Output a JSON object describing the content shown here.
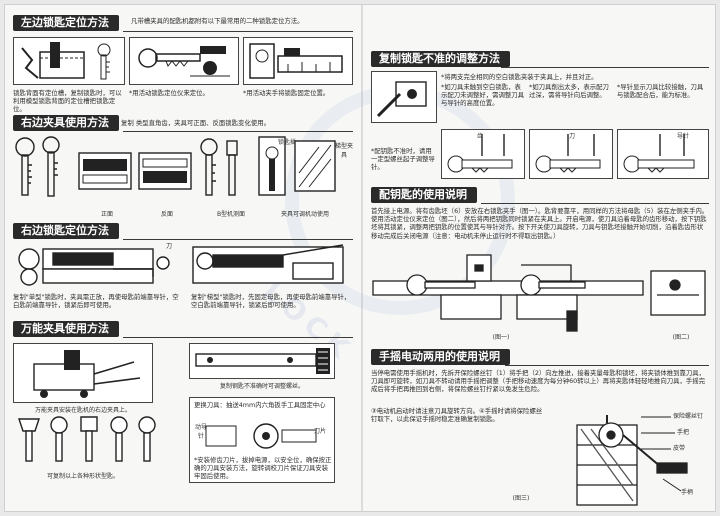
{
  "left": {
    "s1": {
      "title": "左边锁匙定位方法",
      "intro": "凡带槽夹具的配匙机都附有以下最常用的二种锁匙定位方法。",
      "cap_a": "锁匙背面有定位槽，复制锁匙时，可以利用模型锁匙背面的定位槽把锁匙定位。",
      "cap_b": "*用活动锁匙定位仪来定位。",
      "cap_c": "*用活动夹手将锁匙固定位置。"
    },
    "s2": {
      "title": "右边夹具使用方法",
      "intro": "复制 类型直角齿，夹具可正面、反面锁匙变化使用。",
      "labels": [
        "正面",
        "反面",
        "B型机测面",
        "夹具可调机动使用"
      ],
      "side_label": "锁匙插",
      "corner_label": "梯型夹具"
    },
    "s3": {
      "title": "右边锁匙定位方法",
      "cap_a": "复制\"单型\"锁匙时，夹具需正放，再使母匙前端靠导针，空白匙前端靠导针，锁紧后即可使用。",
      "cap_b": "复制\"梯型\"锁匙时，先固定母匙，再使母匙前端靠导针，空白匙前端靠导针，锁紧后即可使用。",
      "mark": "刀"
    },
    "s4": {
      "title": "万能夹具使用方法",
      "cap_a": "万能夹具安装在匙机的右边夹具上。",
      "cap_b": "可复制以上各种形状型匙。",
      "cap_c": "复制钢匙不准确时可调整螺丝。",
      "note_title": "更换刀具：抽送4mm内六角扳手工具固定中心",
      "note_body": "*安装修齿刀片，拔掉电源，以安全位，确保按正确的刀具安装方法，旋转调校刀片保证刀具安装牢固后使用。",
      "labels": [
        "动导针",
        "刀片"
      ]
    }
  },
  "right": {
    "s1": {
      "title": "复制锁匙不准的调整方法",
      "text_a": "*将两支完全相同的空白锁匙夹装于夹具上，并且对正。",
      "text_b": "*如刀具未触到空白锁匙，表示配刀未调整好，需调整刀具与导针的高度位置。",
      "text_c": "*如刀具削出太多，表示配刀过深，需将导针向后调整。",
      "text_d": "*导针显示刀具比较接触，刀具与锁匙配合后，能为标准。",
      "cap_a": "*配钥匙不准时，请用一定型螺丝起子调整导针。",
      "marks": [
        "齿",
        "刀",
        "导针"
      ]
    },
    "s2": {
      "title": "配钥匙的使用说明",
      "text": "首先接上电源。将有齿匙坯（6）安放在右锁匙夹手（图一）。匙背要靠平，用同样的方法将母匙（5）装在左侧夹手内。使用活动定位仪来定位（图二），然后将两把钥匙同时锁紧在夹具上。开启电源，使刀具沿着母匙的齿形移动，按下钥匙坯将其锁紧，调整两把钥匙的位置使其与导针对齐。按下开关使刀具旋转，刀具与钥匙坯接触开始切削，沿着匙齿形状移动完成后关闭电源（注意：电动机未停止运行时不得取出钥匙。）",
      "fig1": "(图一)",
      "fig2": "(图二)"
    },
    "s3": {
      "title": "手摇电动两用的使用说明",
      "text": "当停电需使用手摇机时，先拆开保险螺丝钉（1）将手把（2）向左推进，接着夹量母匙和锁坯，将夹锁体推到靠刀具，刀具即可旋转，如刀具不转动请用手摇把调整（手把移动速度为每分钟60转以上）再将夹匙体轻轻地推向刀具，手摇完成后将手把再推回到右侧，将保险螺丝钉拧紧以免发生危险。",
      "notes": "③电动机启动时请注意刀具旋转方向。④手摇时请将保险螺丝钉取下，以此保证手摇时稳定准确复制锁匙。",
      "fig3": "(图三)",
      "labels": [
        "保险螺丝钉",
        "手把",
        "皮带",
        "手柄"
      ]
    }
  }
}
